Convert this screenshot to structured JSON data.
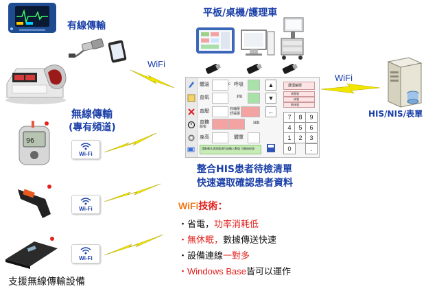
{
  "labels": {
    "wired": "有線傳輸",
    "wifi_left": "WiFi",
    "wifi_right": "WiFi",
    "wireless": "無線傳輸",
    "wireless_sub": "(專有頻道)",
    "support": "支援無線傳輸設備",
    "devices_top": "平板/桌機/護理車",
    "his": "HIS/NIS/表單",
    "integrate_1": "整合HIS患者待檢清單",
    "integrate_2": "快速選取確認患者資料"
  },
  "wifi_badge_text": "Wi-Fi",
  "panel": {
    "field_temp": "體溫",
    "unit_c": "c",
    "field_resp": "呼吸",
    "field_spo2": "血氧",
    "field_pr": "PR",
    "field_bp": "血壓",
    "field_sys": "收縮壓",
    "field_dia": "舒張壓",
    "field_glu": "血糖",
    "field_glu_sub": "飯後",
    "field_hr": "HR",
    "field_height": "身高",
    "field_weight": "體重",
    "btn_up": "▲",
    "btn_down": "▼",
    "btn_back": "←",
    "side_btn_1": "護理編號",
    "side_btn_2": "病歷號",
    "side_btn_3": "床號",
    "side_btn_4": "刷床號",
    "footer_text": "請點擊本項測量項目或輸入數值 可開始紀錄",
    "keys": [
      "7",
      "8",
      "9",
      "4",
      "5",
      "6",
      "1",
      "2",
      "3",
      "0",
      "."
    ]
  },
  "features": {
    "title_wifi": "WiFi",
    "title_rest": "技術：",
    "item1_prefix": "・省電，",
    "item1_red": "功率消耗低",
    "item2_red": "・無休眠，",
    "item2_rest": "數據傳送快速",
    "item3_prefix": "・設備連線",
    "item3_red": "一對多",
    "item4_red": "・Windows Base",
    "item4_rest": "皆可以運作"
  },
  "colors": {
    "blue_label": "#1a3fa8",
    "red": "#e0201c",
    "orange": "#f07a1a",
    "bolt": "#f2e600"
  },
  "icons": [
    "vital-monitor-icon",
    "bp-machine-icon",
    "usb-cable-icon",
    "tablet-icon",
    "glucose-meter-icon",
    "thermometer-gun-icon",
    "weight-scale-icon",
    "tablet-station-icon",
    "desktop-icon",
    "nursing-cart-icon",
    "usb-dongle-icon",
    "server-icon",
    "lightning-bolt-icon"
  ]
}
